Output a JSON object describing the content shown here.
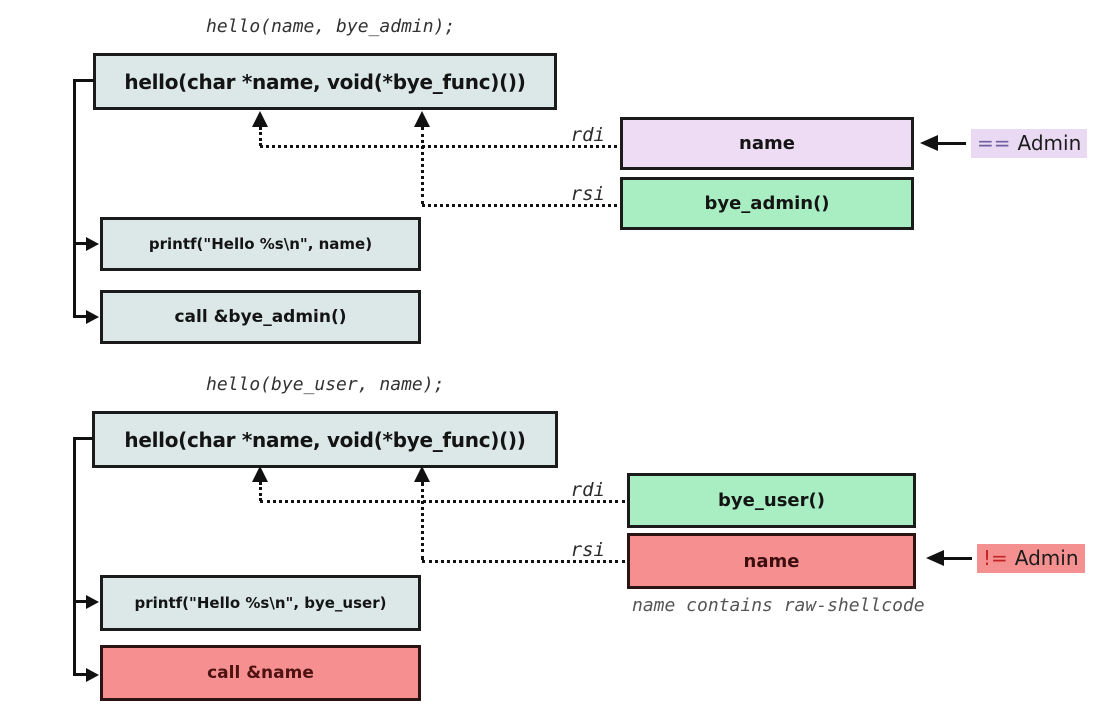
{
  "diagrams": {
    "top": {
      "call_site": "hello(name, bye_admin);",
      "signature": "hello(char *name, void(*bye_func)())",
      "stmt1": "printf(\"Hello %s\\n\", name)",
      "stmt2": "call &bye_admin()",
      "reg1": "rdi",
      "reg1_value": "name",
      "reg2": "rsi",
      "reg2_value": "bye_admin()",
      "annotation_op": "==",
      "annotation_value": "Admin"
    },
    "bottom": {
      "call_site": "hello(bye_user, name);",
      "signature": "hello(char *name, void(*bye_func)())",
      "stmt1": "printf(\"Hello %s\\n\", bye_user)",
      "stmt2": "call &name",
      "reg1": "rdi",
      "reg1_value": "bye_user()",
      "reg2": "rsi",
      "reg2_value": "name",
      "annotation_op": "!=",
      "annotation_value": "Admin",
      "note": "name contains raw-shellcode"
    }
  },
  "colors": {
    "box_gray": "#dce8e8",
    "box_purple": "#eedcf5",
    "box_green": "#a9edc3",
    "box_red": "#f69090",
    "highlight_purple": "#e9d9f2",
    "highlight_red": "#f59090",
    "border": "#1b1b1b",
    "annotation_op_purple": "#6f5f9e",
    "annotation_op_red": "#c22525"
  }
}
